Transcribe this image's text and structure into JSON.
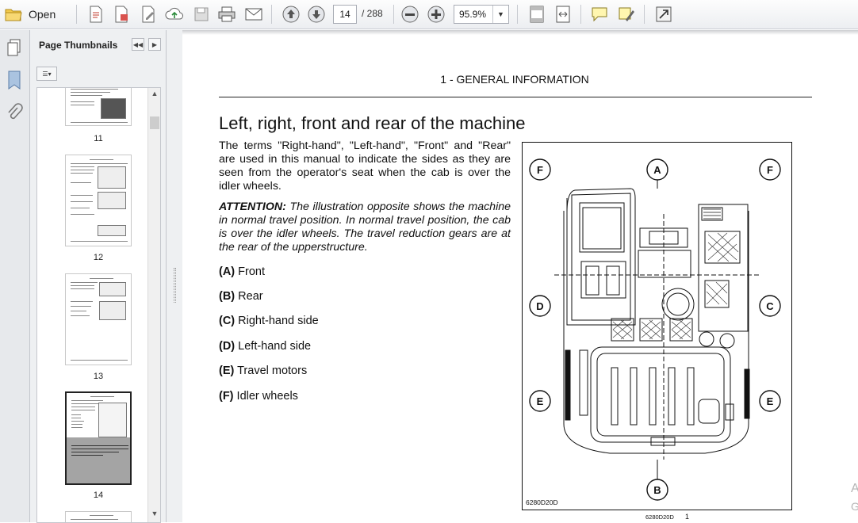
{
  "toolbar": {
    "open_label": "Open",
    "page_current": "14",
    "page_total": "/ 288",
    "zoom": "95.9%"
  },
  "panel": {
    "title": "Page Thumbnails",
    "thumbnails": [
      {
        "label": "11"
      },
      {
        "label": "12"
      },
      {
        "label": "13"
      },
      {
        "label": "14",
        "selected": true
      }
    ]
  },
  "document": {
    "running_head": "1 - GENERAL INFORMATION",
    "heading": "Left, right, front and rear of the machine",
    "body": "The terms \"Right-hand\", \"Left-hand\", \"Front\" and \"Rear\" are used in this manual to indicate the sides as they are seen from the operator's seat when the cab is over the idler wheels.",
    "attention_label": "ATTENTION:",
    "attention_text": " The illustration opposite shows the machine in normal travel position. In normal travel position, the cab is over the idler wheels. The travel reduction gears are at the rear of the upperstructure.",
    "legend": [
      {
        "key": "(A)",
        "text": " Front"
      },
      {
        "key": "(B)",
        "text": " Rear"
      },
      {
        "key": "(C)",
        "text": " Right-hand side"
      },
      {
        "key": "(D)",
        "text": " Left-hand side"
      },
      {
        "key": "(E)",
        "text": " Travel motors"
      },
      {
        "key": "(F)",
        "text": " Idler wheels"
      }
    ],
    "figure": {
      "code": "6280D20D",
      "callouts": {
        "a": "A",
        "b": "B",
        "c": "C",
        "d": "D",
        "e": "E",
        "f": "F"
      }
    },
    "footer_code": "6280D20D",
    "footer_num": "1"
  },
  "overlay": {
    "line1": "A",
    "line2": "G"
  }
}
